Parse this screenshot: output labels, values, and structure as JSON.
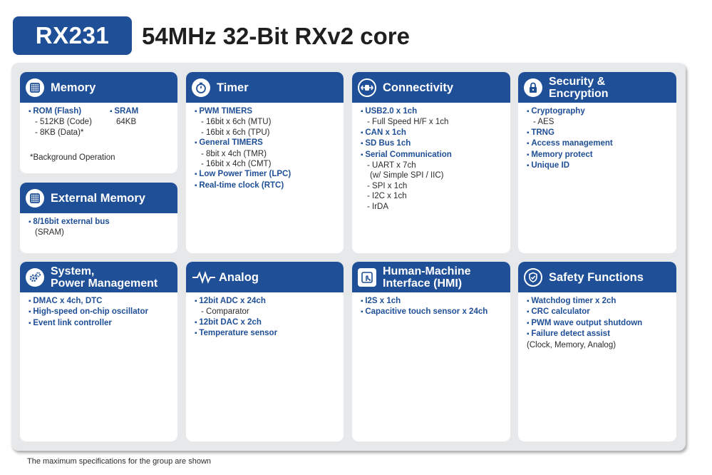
{
  "chip": {
    "name": "RX231",
    "title": "54MHz 32-Bit RXv2 core"
  },
  "colors": {
    "brand": "#1f4f96",
    "board": "#e7e8ea"
  },
  "cards": {
    "memory": {
      "title": "Memory",
      "icon": "memory-chip-icon",
      "rom": "ROM (Flash)",
      "rom_code": "- 512KB (Code)",
      "rom_data": "- 8KB (Data)*",
      "sram": "SRAM",
      "sram_size": "64KB",
      "note": "*Background Operation"
    },
    "external_memory": {
      "title": "External Memory",
      "icon": "memory-chip-icon",
      "bus": "8/16bit external bus",
      "bus_note": "(SRAM)"
    },
    "timer": {
      "title": "Timer",
      "icon": "stopwatch-icon",
      "lines": [
        {
          "t": "b",
          "v": "PWM TIMERS"
        },
        {
          "t": "s",
          "v": "- 16bit x 6ch (MTU)"
        },
        {
          "t": "s",
          "v": "- 16bit x 6ch (TPU)"
        },
        {
          "t": "b",
          "v": "General TIMERS"
        },
        {
          "t": "s",
          "v": "- 8bit x 4ch (TMR)"
        },
        {
          "t": "s",
          "v": "- 16bit x 4ch (CMT)"
        },
        {
          "t": "b",
          "v": "Low Power Timer (LPC)"
        },
        {
          "t": "b",
          "v": "Real-time clock (RTC)"
        }
      ]
    },
    "connectivity": {
      "title": "Connectivity",
      "icon": "connector-plug-icon",
      "lines": [
        {
          "t": "b",
          "v": "USB2.0 x 1ch"
        },
        {
          "t": "s",
          "v": "- Full Speed H/F x 1ch"
        },
        {
          "t": "b",
          "v": "CAN x 1ch"
        },
        {
          "t": "b",
          "v": "SD Bus 1ch"
        },
        {
          "t": "b",
          "v": "Serial Communication"
        },
        {
          "t": "s",
          "v": "- UART x 7ch"
        },
        {
          "t": "s2",
          "v": "(w/ Simple SPI / IIC)"
        },
        {
          "t": "s",
          "v": "- SPI x 1ch"
        },
        {
          "t": "s",
          "v": "- I2C x 1ch"
        },
        {
          "t": "s",
          "v": "- IrDA"
        }
      ]
    },
    "security": {
      "title_line1": "Security &",
      "title_line2": "Encryption",
      "icon": "padlock-icon",
      "lines": [
        {
          "t": "b",
          "v": "Cryptography"
        },
        {
          "t": "s",
          "v": "- AES"
        },
        {
          "t": "b",
          "v": "TRNG"
        },
        {
          "t": "b",
          "v": "Access management"
        },
        {
          "t": "b",
          "v": "Memory protect"
        },
        {
          "t": "b",
          "v": "Unique ID"
        }
      ]
    },
    "system": {
      "title_line1": "System,",
      "title_line2": "Power Management",
      "icon": "gears-icon",
      "lines": [
        {
          "t": "b",
          "v": "DMAC x 4ch, DTC"
        },
        {
          "t": "b",
          "v": "High-speed on-chip oscillator"
        },
        {
          "t": "b",
          "v": "Event link controller"
        }
      ]
    },
    "analog": {
      "title": "Analog",
      "icon": "waveform-icon",
      "lines": [
        {
          "t": "b",
          "v": "12bit ADC x 24ch"
        },
        {
          "t": "s",
          "v": "- Comparator"
        },
        {
          "t": "b",
          "v": "12bit DAC x 2ch"
        },
        {
          "t": "b",
          "v": "Temperature sensor"
        }
      ]
    },
    "hmi": {
      "title_line1": "Human-Machine",
      "title_line2": "Interface (HMI)",
      "icon": "touch-hand-icon",
      "lines": [
        {
          "t": "b",
          "v": "I2S x 1ch"
        },
        {
          "t": "b",
          "v": "Capacitive touch sensor x 24ch"
        }
      ]
    },
    "safety": {
      "title": "Safety Functions",
      "icon": "shield-check-icon",
      "lines": [
        {
          "t": "b",
          "v": "Watchdog timer x 2ch"
        },
        {
          "t": "b",
          "v": "CRC calculator"
        },
        {
          "t": "b",
          "v": "PWM wave output shutdown"
        },
        {
          "t": "b",
          "v": "Failure detect assist"
        },
        {
          "t": "note",
          "v": "(Clock, Memory, Analog)"
        }
      ]
    }
  },
  "footer": "The maximum specifications for the group are shown"
}
